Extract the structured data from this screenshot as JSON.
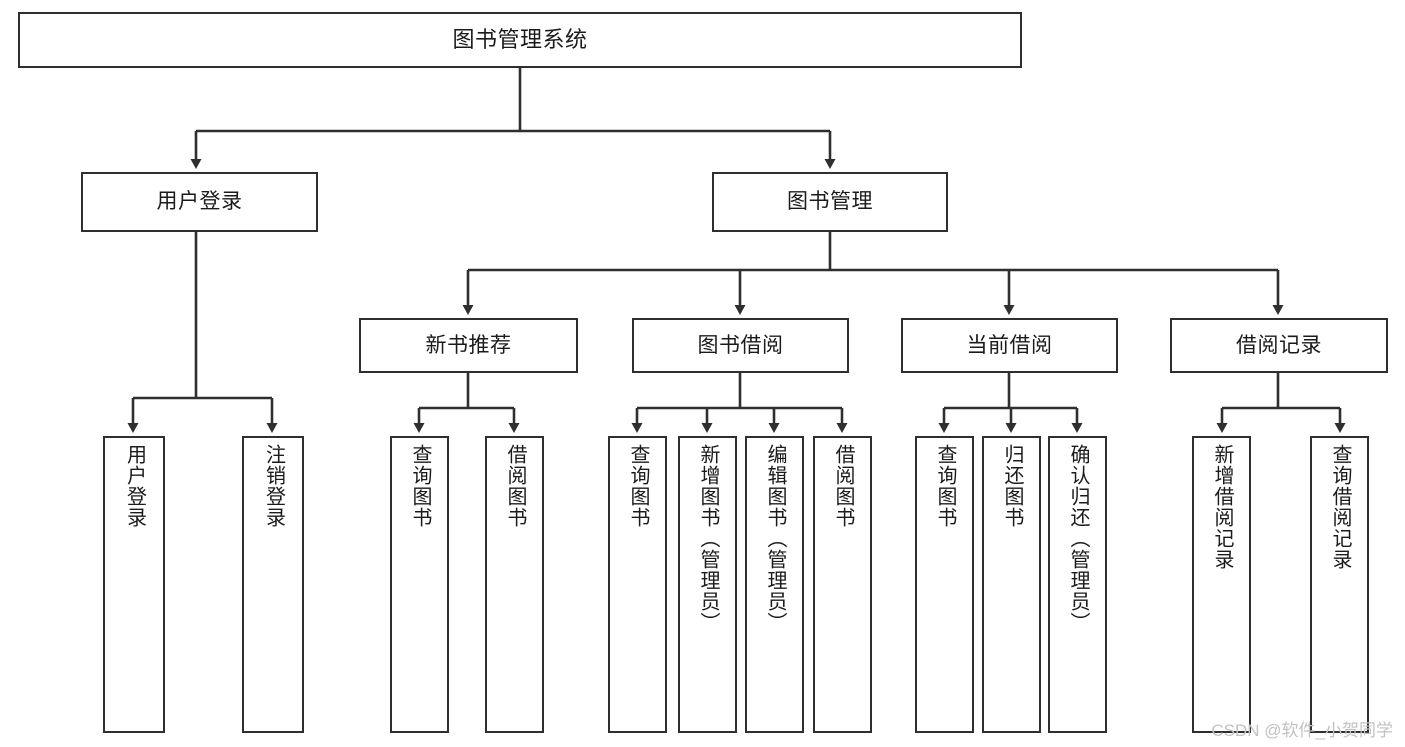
{
  "diagram": {
    "title": "图书管理系统",
    "watermark": "CSDN @软件_小贺同学",
    "stroke_color": "#2f2f2f",
    "text_color": "#1b1b1b",
    "background_color": "#ffffff",
    "watermark_color": "#c2c2c2"
  },
  "nodes": {
    "root": {
      "label": "图书管理系统"
    },
    "level2": [
      {
        "label": "用户登录"
      },
      {
        "label": "图书管理"
      }
    ],
    "level3": [
      {
        "label": "新书推荐"
      },
      {
        "label": "图书借阅"
      },
      {
        "label": "当前借阅"
      },
      {
        "label": "借阅记录"
      }
    ],
    "leaves": {
      "user_login": [
        {
          "label": "用户登录"
        },
        {
          "label": "注销登录"
        }
      ],
      "new_book_recommend": [
        {
          "label": "查询图书"
        },
        {
          "label": "借阅图书"
        }
      ],
      "book_borrow": [
        {
          "label": "查询图书"
        },
        {
          "label": "新增图书（管理员）"
        },
        {
          "label": "编辑图书（管理员）"
        },
        {
          "label": "借阅图书"
        }
      ],
      "current_borrow": [
        {
          "label": "查询图书"
        },
        {
          "label": "归还图书"
        },
        {
          "label": "确认归还（管理员）"
        }
      ],
      "borrow_record": [
        {
          "label": "新增借阅记录"
        },
        {
          "label": "查询借阅记录"
        }
      ]
    }
  }
}
